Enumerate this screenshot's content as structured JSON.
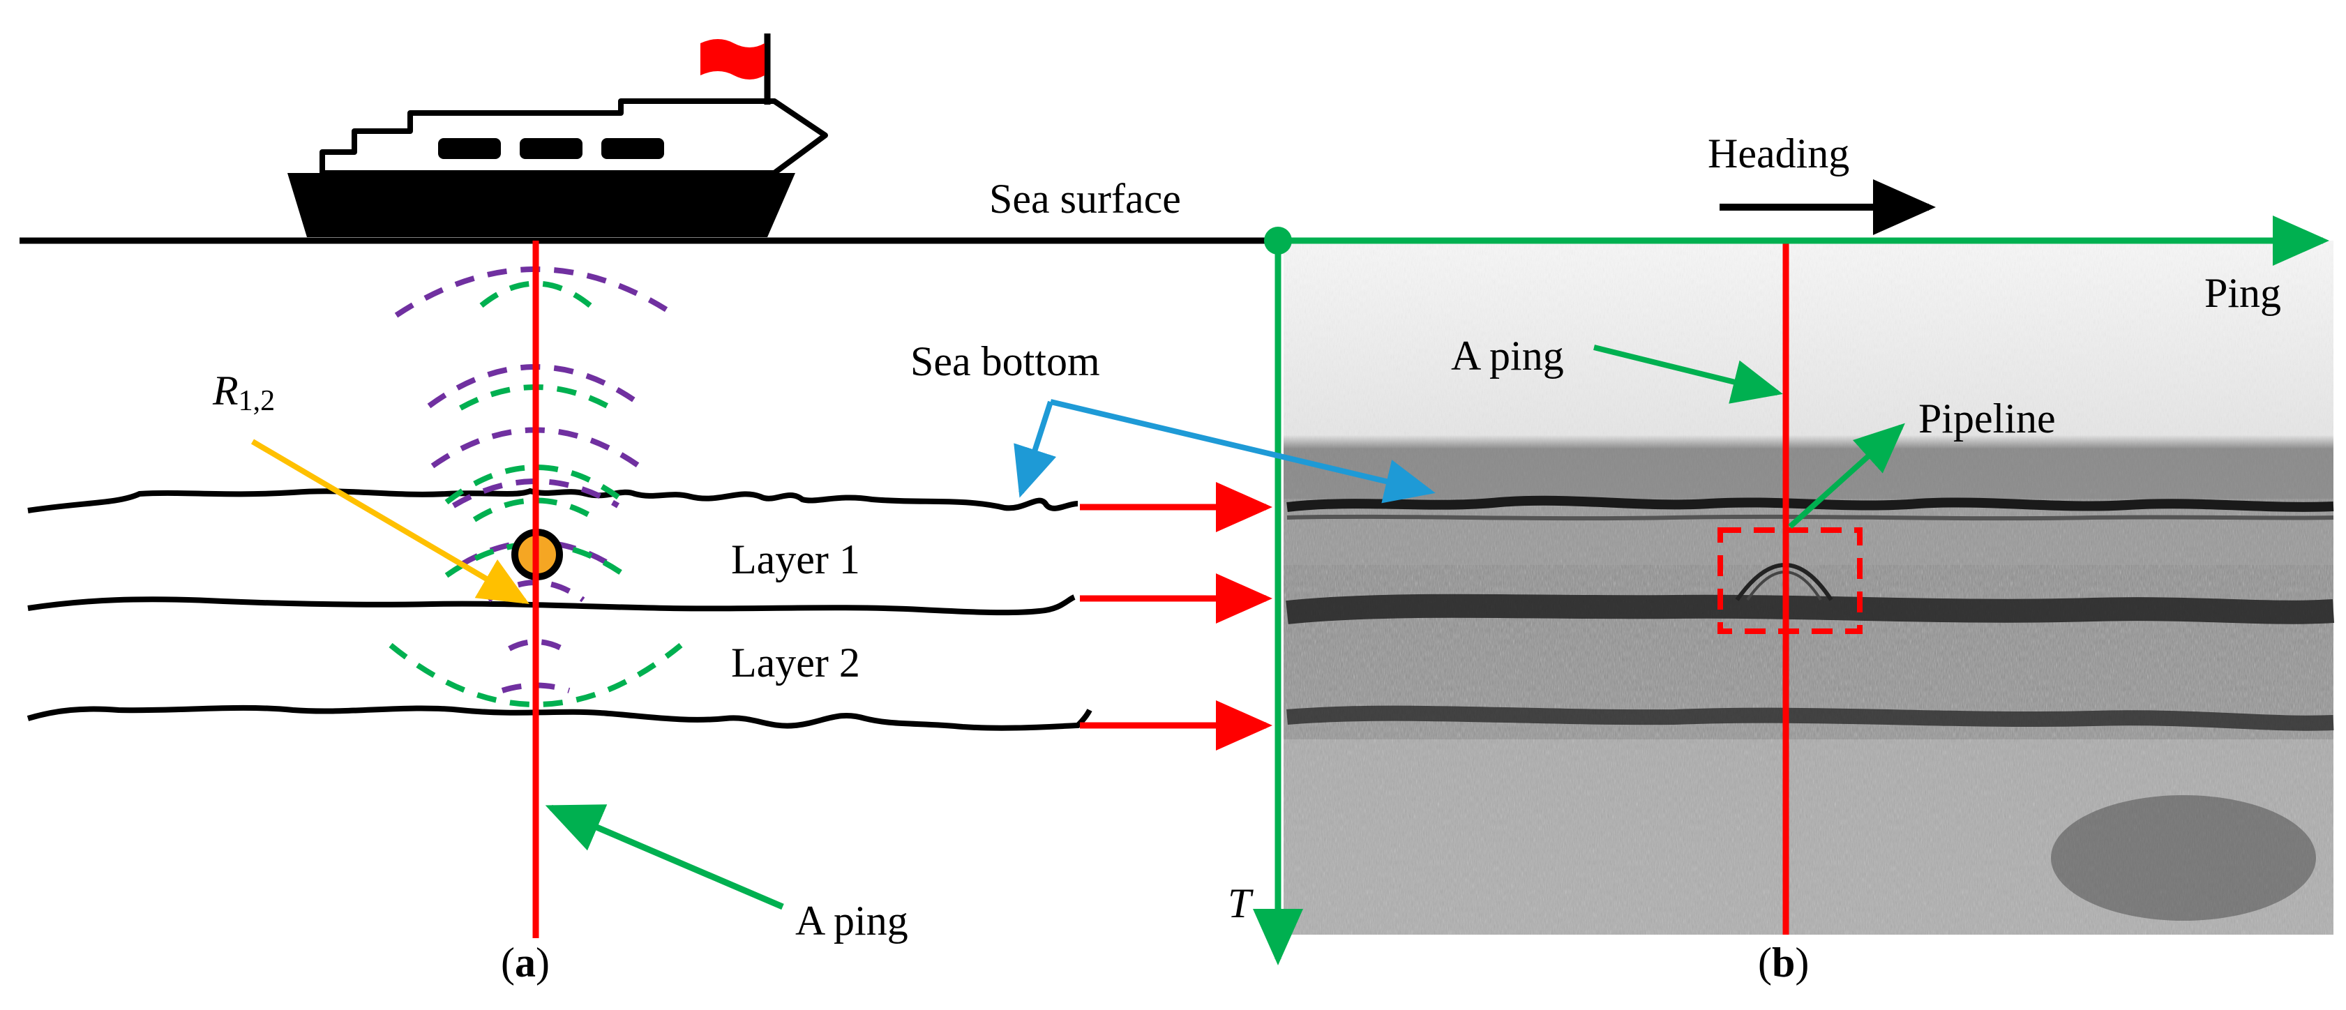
{
  "labels": {
    "sea_surface": "Sea surface",
    "heading": "Heading",
    "ping_axis": "Ping",
    "sea_bottom": "Sea bottom",
    "a_ping_left": "A ping",
    "a_ping_right": "A ping",
    "pipeline": "Pipeline",
    "layer1": "Layer 1",
    "layer2": "Layer 2",
    "r_main": "R",
    "r_sub": "1,2",
    "t_axis": "T"
  },
  "panels": {
    "a": {
      "open": "(",
      "letter": "a",
      "close": ")"
    },
    "b": {
      "open": "(",
      "letter": "b",
      "close": ")"
    }
  },
  "colors": {
    "ping_line": "#ff0000",
    "arrow_green": "#00b050",
    "arrow_blue": "#1e9ad6",
    "arrow_orange": "#ffc000",
    "wave_green": "#00b050",
    "wave_purple": "#7030a0",
    "pipeline_fill": "#f5a623",
    "flag": "#ff0000",
    "ship": "#000000"
  }
}
